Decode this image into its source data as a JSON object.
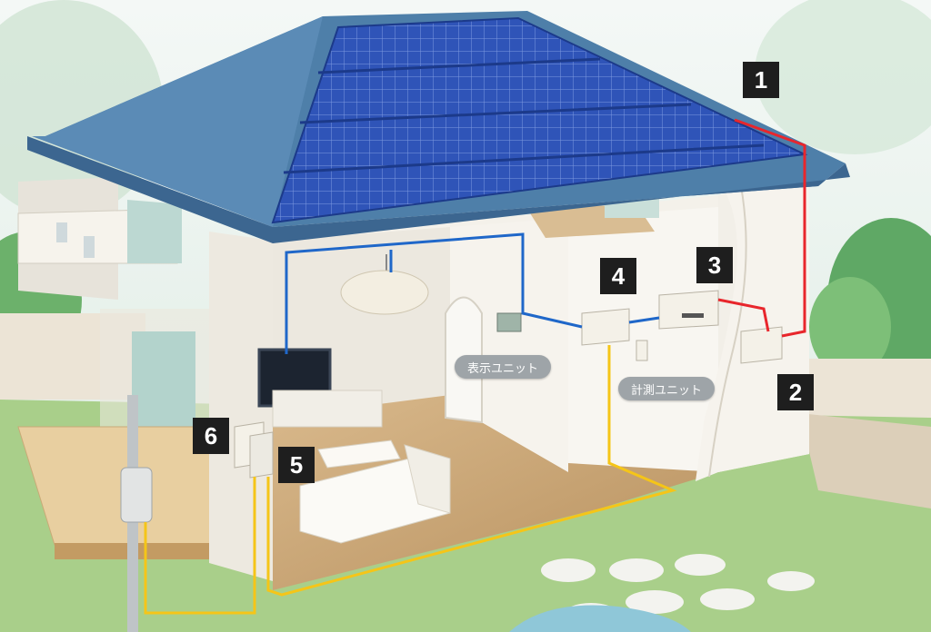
{
  "badges": [
    "1",
    "2",
    "3",
    "4",
    "5",
    "6"
  ],
  "labels": {
    "display_unit": "表示ユニット",
    "measurement_unit": "計測ユニット"
  },
  "colors": {
    "dc_wiring": "#e8262c",
    "signal_wiring": "#1f67c9",
    "ac_wiring": "#f5c518",
    "roof": "#4e7fa9",
    "solar_panel": "#2f54b8",
    "wall": "#f4f1ea",
    "floor": "#c9a77b",
    "lawn": "#a9cf8a"
  }
}
